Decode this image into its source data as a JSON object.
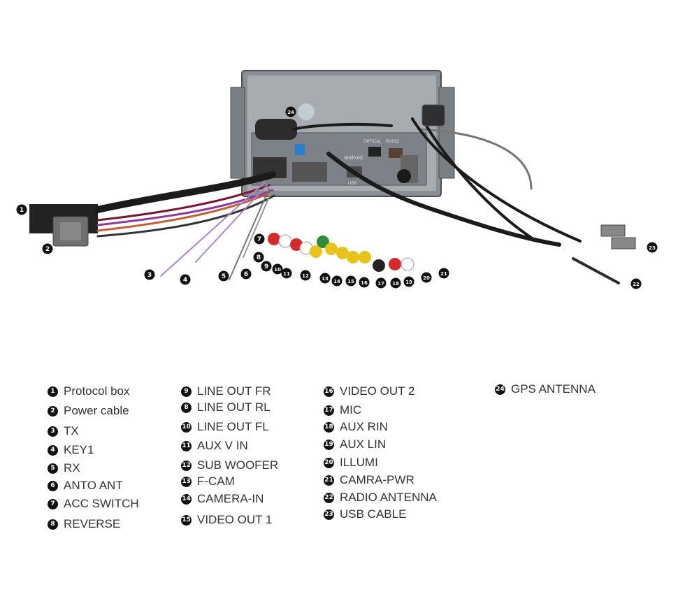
{
  "callouts": [
    {
      "num": "1",
      "name": "Protocol box"
    },
    {
      "num": "2",
      "name": "Power cable"
    },
    {
      "num": "3",
      "name": "TX"
    },
    {
      "num": "4",
      "name": "KEY1"
    },
    {
      "num": "5",
      "name": "RX"
    },
    {
      "num": "6",
      "name": "ANTO ANT"
    },
    {
      "num": "7",
      "name": "ACC SWITCH"
    },
    {
      "num": "8",
      "name": "REVERSE"
    },
    {
      "num": "9",
      "name": "LINE OUT FR"
    },
    {
      "num": "8",
      "name": "LINE OUT RL"
    },
    {
      "num": "10",
      "name": "LINE OUT FL"
    },
    {
      "num": "11",
      "name": "AUX V IN"
    },
    {
      "num": "12",
      "name": "SUB WOOFER"
    },
    {
      "num": "13",
      "name": "F-CAM"
    },
    {
      "num": "14",
      "name": "CAMERA-IN"
    },
    {
      "num": "15",
      "name": "VIDEO OUT 1"
    },
    {
      "num": "16",
      "name": "VIDEO OUT 2"
    },
    {
      "num": "17",
      "name": "MIC"
    },
    {
      "num": "18",
      "name": "AUX RIN"
    },
    {
      "num": "19",
      "name": "AUX LIN"
    },
    {
      "num": "20",
      "name": "ILLUMI"
    },
    {
      "num": "21",
      "name": "CAMRA-PWR"
    },
    {
      "num": "22",
      "name": "RADIO ANTENNA"
    },
    {
      "num": "23",
      "name": "USB CABLE"
    },
    {
      "num": "24",
      "name": "GPS ANTENNA"
    }
  ],
  "diagram_markers": [
    "1",
    "2",
    "3",
    "4",
    "5",
    "6",
    "7",
    "8",
    "9",
    "10",
    "11",
    "12",
    "13",
    "14",
    "15",
    "16",
    "17",
    "18",
    "19",
    "20",
    "21",
    "22",
    "23",
    "24"
  ],
  "unit_labels": {
    "brand": "android",
    "optical": "OPTICAL",
    "radio": "RADIO",
    "usb": "USB"
  }
}
